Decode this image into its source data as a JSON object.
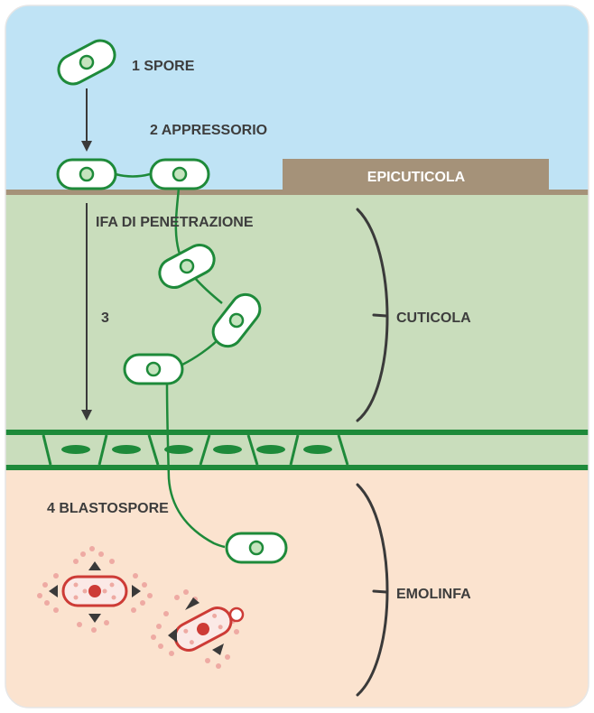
{
  "labels": {
    "spore": "1 SPORE",
    "appressorio": "2 APPRESSORIO",
    "epicuticola": "EPICUTICOLA",
    "ifa": "IFA DI PENETRAZIONE",
    "step3": "3",
    "cuticola": "CUTICOLA",
    "blastospore": "4 BLASTOSPORE",
    "emolinfa": "EMOLINFA"
  },
  "colors": {
    "sky": "#bfe3f5",
    "cuticle": "#c9ddbc",
    "hemolymph": "#fbe3cf",
    "epicuticle": "#a59279",
    "fungus": "#1e8a3a",
    "spore_fill": "#ffffff",
    "nucleus": "#c5e4be",
    "blastospore": "#cd3b36",
    "blastospore_fill": "#fbe9e6",
    "dots": "#eeaaa3",
    "arrow": "#3a3a3a",
    "text": "#3d3d3d"
  }
}
